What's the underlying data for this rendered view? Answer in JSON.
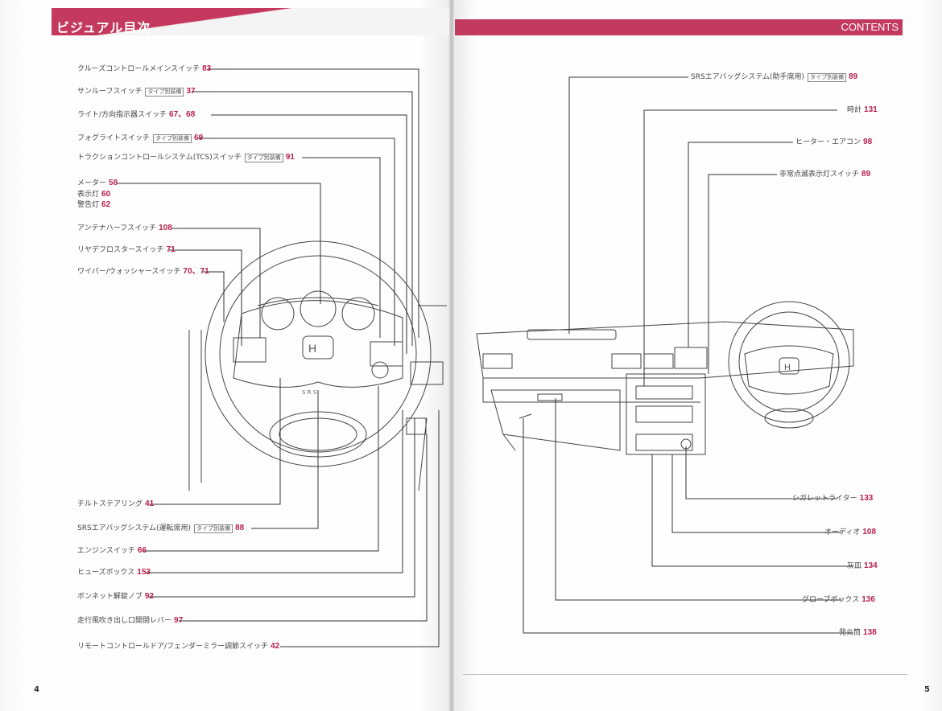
{
  "left_page": {
    "header_title": "ビジュアル目次",
    "page_number": "4",
    "optional_tag": "タイプ別装備",
    "items_top": [
      {
        "label": "クルーズコントロールメインスイッチ",
        "page": "83",
        "optional": false
      },
      {
        "label": "サンルーフスイッチ",
        "page": "37",
        "optional": true
      },
      {
        "label": "ライト/方向指示器スイッチ",
        "page": "67、68",
        "optional": false
      },
      {
        "label": "フォグライトスイッチ",
        "page": "69",
        "optional": true
      },
      {
        "label": "トラクションコントロールシステム(TCS)スイッチ",
        "page": "91",
        "optional": true
      },
      {
        "label": "メーター",
        "page": "58",
        "optional": false
      },
      {
        "label": "表示灯",
        "page": "60",
        "optional": false
      },
      {
        "label": "警告灯",
        "page": "62",
        "optional": false
      },
      {
        "label": "アンテナハーフスイッチ",
        "page": "108",
        "optional": false
      },
      {
        "label": "リヤデフロスタースイッチ",
        "page": "71",
        "optional": false
      },
      {
        "label": "ワイパー/ウォッシャースイッチ",
        "page": "70、71",
        "optional": false
      }
    ],
    "items_bottom": [
      {
        "label": "チルトステアリング",
        "page": "41",
        "optional": false
      },
      {
        "label": "SRSエアバッグシステム(運転席用)",
        "page": "88",
        "optional": true
      },
      {
        "label": "エンジンスイッチ",
        "page": "66",
        "optional": false
      },
      {
        "label": "ヒューズボックス",
        "page": "153",
        "optional": false
      },
      {
        "label": "ボンネット解錠ノブ",
        "page": "92",
        "optional": false
      },
      {
        "label": "走行風吹き出し口開閉レバー",
        "page": "97",
        "optional": false
      },
      {
        "label": "リモートコントロールドア/フェンダーミラー調節スイッチ",
        "page": "42",
        "optional": false
      }
    ]
  },
  "right_page": {
    "header_title": "CONTENTS",
    "page_number": "5",
    "optional_tag": "タイプ別装備",
    "items_top": [
      {
        "label": "SRSエアバッグシステム(助手席用)",
        "page": "89",
        "optional": true
      },
      {
        "label": "時計",
        "page": "131",
        "optional": false
      },
      {
        "label": "ヒーター・エアコン",
        "page": "98",
        "optional": false
      },
      {
        "label": "非常点滅表示灯スイッチ",
        "page": "89",
        "optional": false
      }
    ],
    "items_bottom": [
      {
        "label": "シガレットライター",
        "page": "133",
        "optional": false
      },
      {
        "label": "オーディオ",
        "page": "108",
        "optional": false
      },
      {
        "label": "灰皿",
        "page": "134",
        "optional": false
      },
      {
        "label": "グローブボックス",
        "page": "136",
        "optional": false
      },
      {
        "label": "発炎筒",
        "page": "138",
        "optional": false
      }
    ]
  },
  "colors": {
    "accent": "#c23a5f",
    "page_number_red": "#b8204a"
  }
}
